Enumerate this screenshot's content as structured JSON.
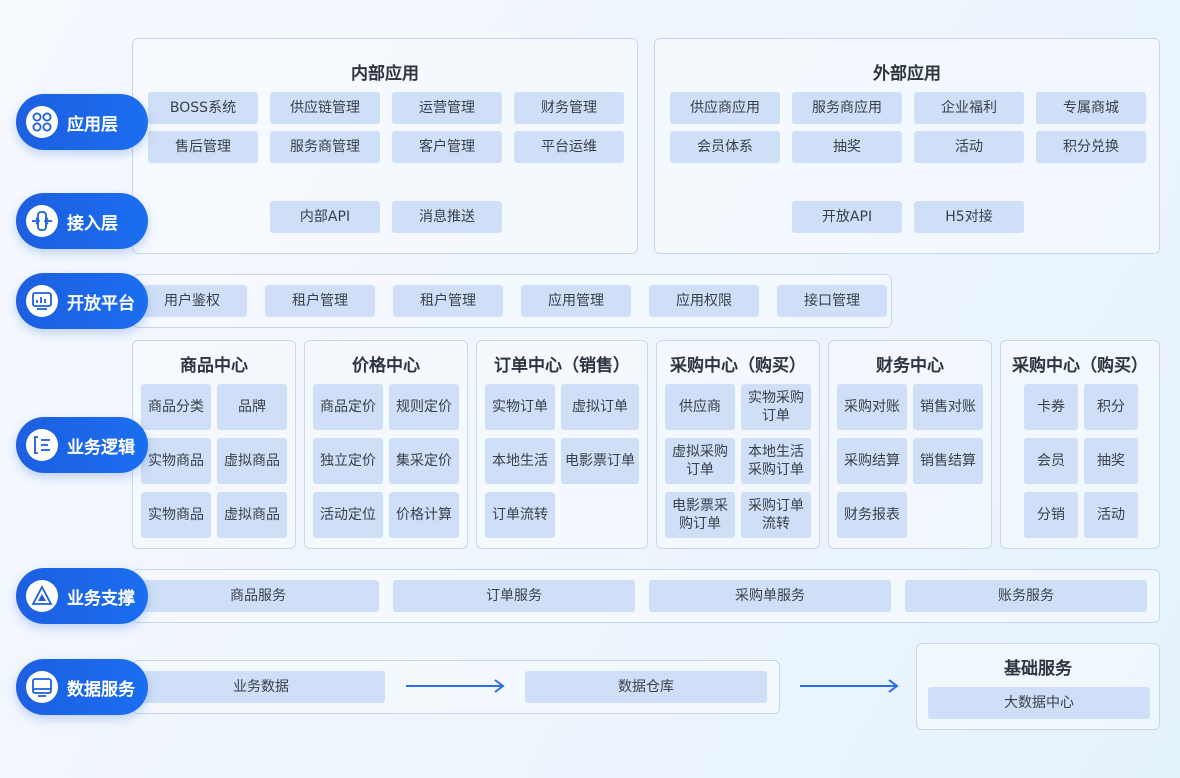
{
  "layers": {
    "app": {
      "label": "应用层",
      "icon": "grid-icon"
    },
    "access": {
      "label": "接入层",
      "icon": "connector-icon"
    },
    "open": {
      "label": "开放平台",
      "icon": "monitor-chart-icon"
    },
    "logic": {
      "label": "业务逻辑",
      "icon": "list-icon"
    },
    "support": {
      "label": "业务支撑",
      "icon": "layers-triangle-icon"
    },
    "data": {
      "label": "数据服务",
      "icon": "screen-icon"
    }
  },
  "internal_apps": {
    "title": "内部应用",
    "items": [
      "BOSS系统",
      "供应链管理",
      "运营管理",
      "财务管理",
      "售后管理",
      "服务商管理",
      "客户管理",
      "平台运维"
    ],
    "access": [
      "内部API",
      "消息推送"
    ]
  },
  "external_apps": {
    "title": "外部应用",
    "items": [
      "供应商应用",
      "服务商应用",
      "企业福利",
      "专属商城",
      "会员体系",
      "抽奖",
      "活动",
      "积分兑换"
    ],
    "access": [
      "开放API",
      "H5对接"
    ]
  },
  "open_platform": {
    "items": [
      "用户鉴权",
      "租户管理",
      "租户管理",
      "应用管理",
      "应用权限",
      "接口管理"
    ]
  },
  "business_centers": [
    {
      "title": "商品中心",
      "items": [
        "商品分类",
        "品牌",
        "实物商品",
        "虚拟商品",
        "实物商品",
        "虚拟商品"
      ]
    },
    {
      "title": "价格中心",
      "items": [
        "商品定价",
        "规则定价",
        "独立定价",
        "集采定价",
        "活动定位",
        "价格计算"
      ]
    },
    {
      "title": "订单中心（销售）",
      "items": [
        "实物订单",
        "虚拟订单",
        "本地生活",
        "电影票订单",
        "订单流转"
      ]
    },
    {
      "title": "采购中心（购买）",
      "items": [
        "供应商",
        "实物采购订单",
        "虚拟采购订单",
        "本地生活采购订单",
        "电影票采购订单",
        "采购订单流转"
      ]
    },
    {
      "title": "财务中心",
      "items": [
        "采购对账",
        "销售对账",
        "采购结算",
        "销售结算",
        "财务报表"
      ]
    },
    {
      "title": "采购中心（购买）",
      "items": [
        "卡券",
        "积分",
        "会员",
        "抽奖",
        "分销",
        "活动"
      ]
    }
  ],
  "support_services": [
    "商品服务",
    "订单服务",
    "采购单服务",
    "账务服务"
  ],
  "data_services": [
    "业务数据",
    "数据仓库"
  ],
  "base_services": {
    "title": "基础服务",
    "items": [
      "大数据中心"
    ]
  },
  "colors": {
    "primary": "#1d5fe0",
    "chip": "#cfdff7",
    "border": "#c7d7f0",
    "arrow": "#2a6ee8"
  }
}
